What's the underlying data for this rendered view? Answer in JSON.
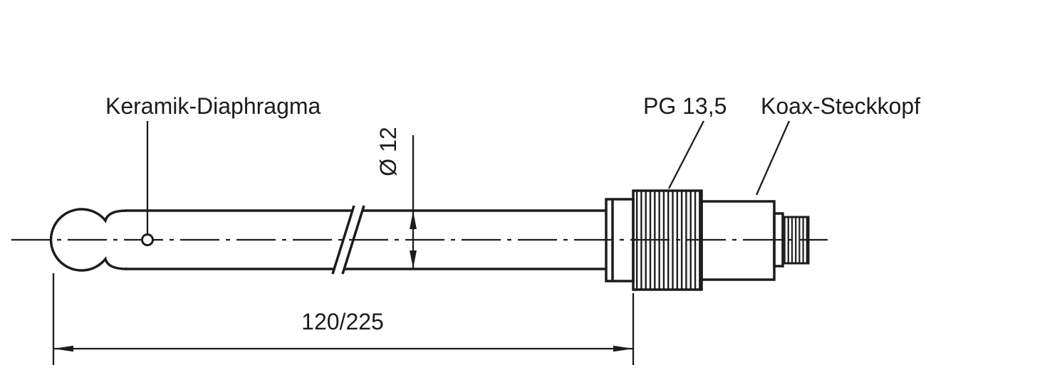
{
  "labels": {
    "diaphragm": "Keramik-Diaphragma",
    "gland": "PG 13,5",
    "connector": "Koax-Steckkopf"
  },
  "dimensions": {
    "diameter": "Ø 12",
    "length": "120/225"
  },
  "colors": {
    "line": "#1c1c1c",
    "background": "#ffffff"
  }
}
